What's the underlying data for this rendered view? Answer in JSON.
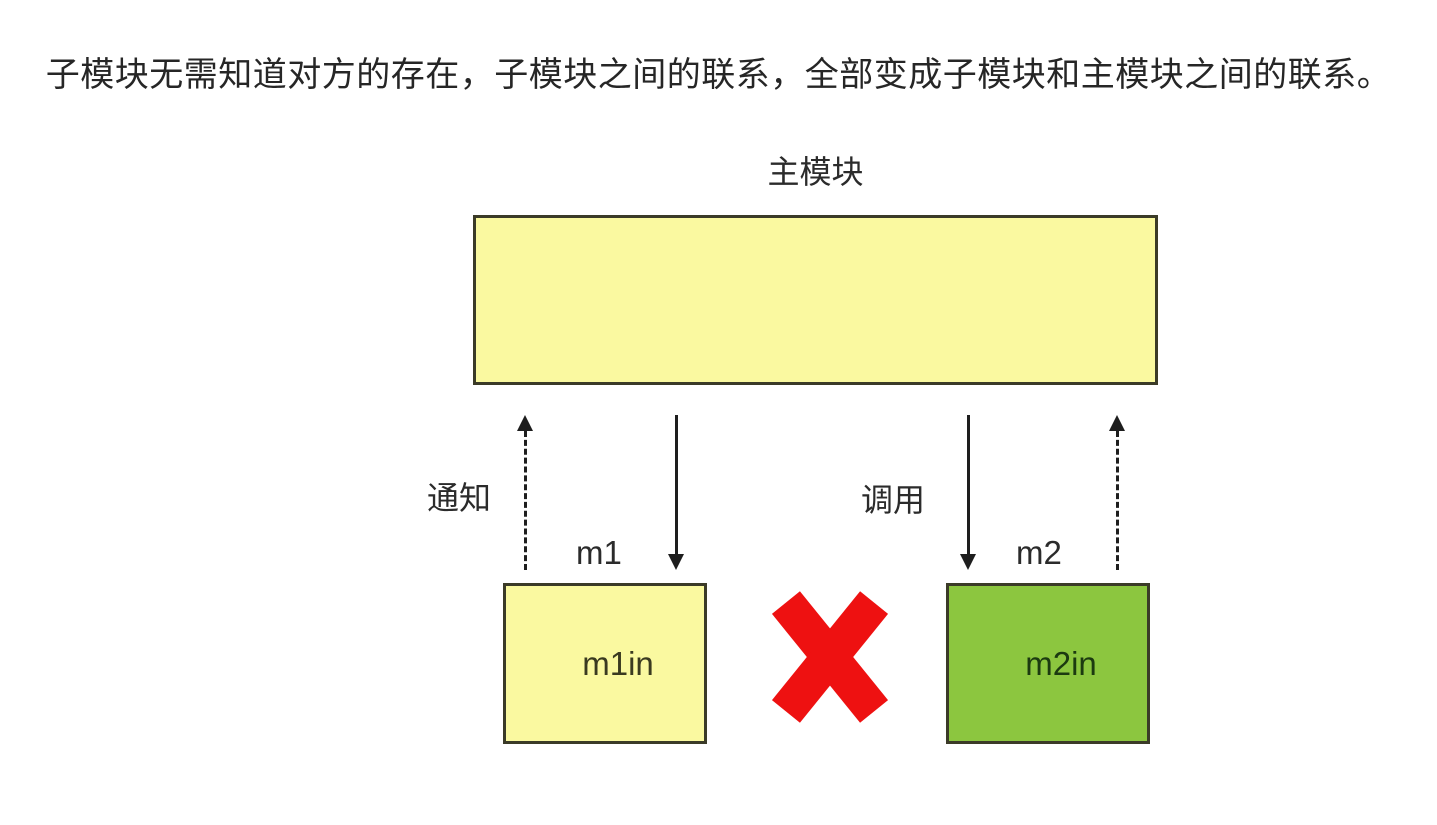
{
  "page": {
    "background_color": "#ffffff",
    "caption": "子模块无需知道对方的存在，子模块之间的联系，全部变成子模块和主模块之间的联系。"
  },
  "diagram": {
    "main_module": {
      "label": "主模块",
      "fill_color": "#faf9a0",
      "border_color": "#3b3b28"
    },
    "left_group": {
      "up_arrow": {
        "style": "dashed",
        "direction": "up",
        "label": "通知"
      },
      "down_arrow": {
        "style": "solid",
        "direction": "down"
      },
      "module_label": "m1",
      "box": {
        "label": "m1in",
        "fill_color": "#faf9a0"
      }
    },
    "right_group": {
      "down_arrow": {
        "style": "solid",
        "direction": "down",
        "label": "调用"
      },
      "up_arrow": {
        "style": "dashed",
        "direction": "up"
      },
      "module_label": "m2",
      "box": {
        "label": "m2in",
        "fill_color": "#8cc63f"
      }
    },
    "forbidden_cross": {
      "icon": "red-x-icon",
      "color": "#ee1111"
    }
  }
}
